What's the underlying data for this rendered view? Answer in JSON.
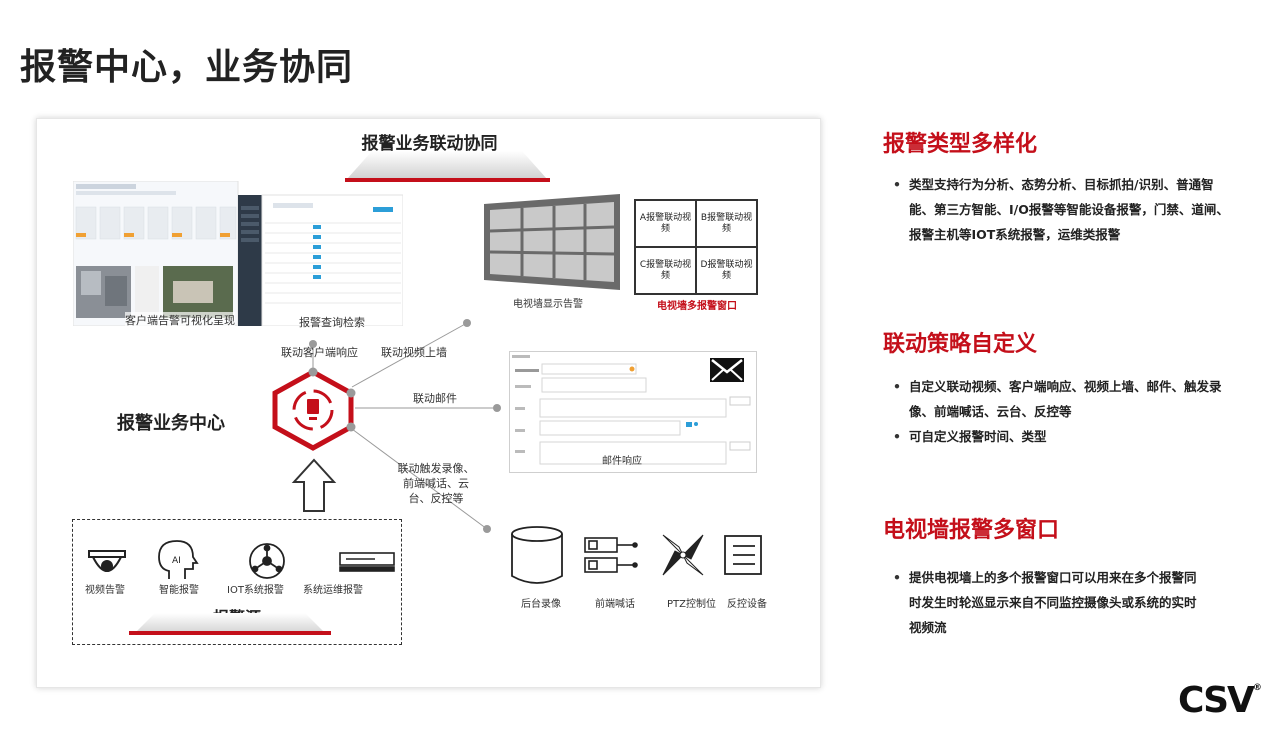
{
  "page": {
    "title": "报警中心，业务协同"
  },
  "diagram": {
    "header": "报警业务联动协同",
    "center_label": "报警业务中心",
    "client_caption": "客户端告警可视化呈现",
    "links": {
      "query": "报警查询检索",
      "client": "联动客户端响应",
      "tvwall": "联动视频上墙",
      "mail": "联动邮件",
      "trigger": "联动触发录像、前端喊话、云台、反控等"
    },
    "tvwall_caption": "电视墙显示告警",
    "windows": {
      "cells": [
        "A报警联动视频",
        "B报警联动视频",
        "C报警联动视频",
        "D报警联动视频"
      ],
      "caption": "电视墙多报警窗口"
    },
    "mail_caption": "邮件响应",
    "sources": {
      "title": "报警源",
      "items": [
        {
          "label": "视频告警",
          "icon": "dome-camera-icon"
        },
        {
          "label": "智能报警",
          "icon": "ai-head-icon"
        },
        {
          "label": "IOT系统报警",
          "icon": "iot-network-icon"
        },
        {
          "label": "系统运维报警",
          "icon": "server-icon"
        }
      ]
    },
    "devices": [
      {
        "label": "后台录像",
        "icon": "database-icon"
      },
      {
        "label": "前端喊话",
        "icon": "speaker-icon"
      },
      {
        "label": "PTZ控制位",
        "icon": "compass-icon"
      },
      {
        "label": "反控设备",
        "icon": "list-icon"
      }
    ]
  },
  "right": {
    "sections": [
      {
        "title": "报警类型多样化",
        "bullets": [
          "类型支持行为分析、态势分析、目标抓拍/识别、普通智能、第三方智能、I/O报警等智能设备报警，门禁、道闸、报警主机等IOT系统报警，运维类报警"
        ]
      },
      {
        "title": "联动策略自定义",
        "bullets": [
          "自定义联动视频、客户端响应、视频上墙、邮件、触发录像、前端喊话、云台、反控等",
          "可自定义报警时间、类型"
        ]
      },
      {
        "title": "电视墙报警多窗口",
        "bullets": [
          "提供电视墙上的多个报警窗口可以用来在多个报警同时发生时轮巡显示来自不同监控摄像头或系统的实时视频流"
        ]
      }
    ]
  },
  "logo": {
    "text": "CSV",
    "mark": "®"
  },
  "colors": {
    "accent": "#c40f1a",
    "text": "#222222",
    "line": "#9a9a9a"
  }
}
